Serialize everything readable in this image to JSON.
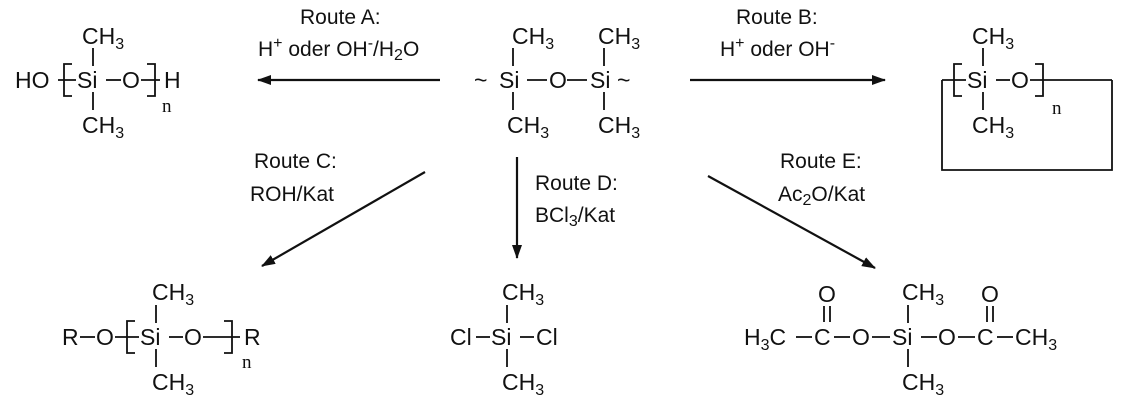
{
  "routes": {
    "a": {
      "name": "Route A:",
      "cond_ion": "H",
      "cond_text": " oder OH",
      "cond_water": "/H",
      "cond_o": "O"
    },
    "b": {
      "name": "Route B:",
      "cond_ion": "H",
      "cond_text": " oder OH"
    },
    "c": {
      "name": "Route C:",
      "cond": "ROH/Kat"
    },
    "d": {
      "name": "Route D:",
      "cond_a": "BCl",
      "cond_b": "/Kat"
    },
    "e": {
      "name": "Route E:",
      "cond_a": "Ac",
      "cond_b": "O/Kat"
    }
  },
  "symbols": {
    "plus": "+",
    "minus": "-",
    "two": "2",
    "three": "3",
    "methyl": "CH",
    "si": "Si",
    "o": "O",
    "h": "H",
    "ho": "HO",
    "r": "R",
    "cl": "Cl",
    "h3c": "H",
    "c": "C",
    "n": "n",
    "wave": "~"
  },
  "colors": {
    "ink": "#111111",
    "background": "#ffffff"
  }
}
